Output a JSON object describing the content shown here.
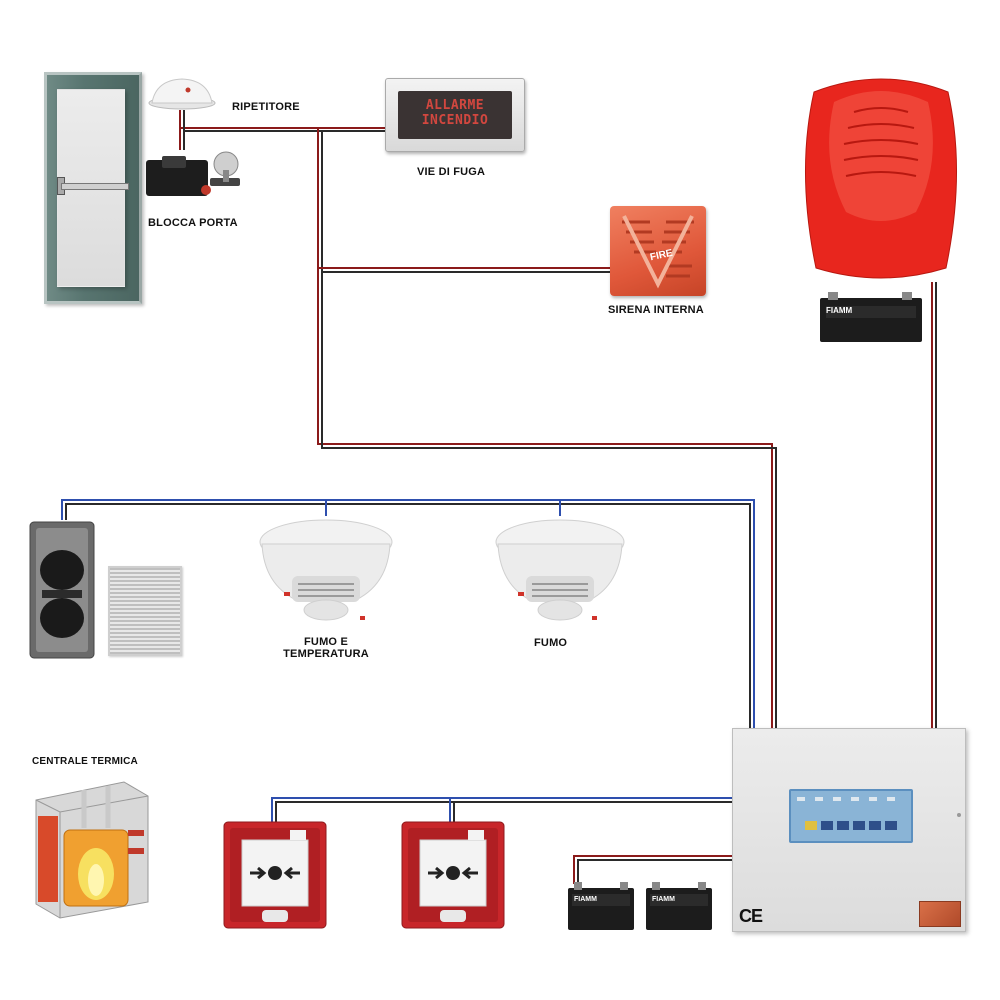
{
  "labels": {
    "ripetitore": "RIPETITORE",
    "blocca_porta": "BLOCCA PORTA",
    "vie_di_fuga": "VIE DI FUGA",
    "sirena_interna": "SIRENA INTERNA",
    "fumo_temperatura_line1": "FUMO E",
    "fumo_temperatura_line2": "TEMPERATURA",
    "fumo": "FUMO",
    "centrale_termica": "CENTRALE TERMICA"
  },
  "device_text": {
    "allarme_line1": "ALLARME",
    "allarme_line2": "INCENDIO",
    "sirena_fire": "FIRE",
    "battery_brand": "FIAMM",
    "ce_mark": "CE"
  },
  "colors": {
    "wire_red": "#8b1a1a",
    "wire_dark": "#2a2a2a",
    "wire_blue": "#2e4fae",
    "siren_red": "#e8261e",
    "mcp_red": "#c8262a",
    "panel_display": "#8ab4d6"
  }
}
